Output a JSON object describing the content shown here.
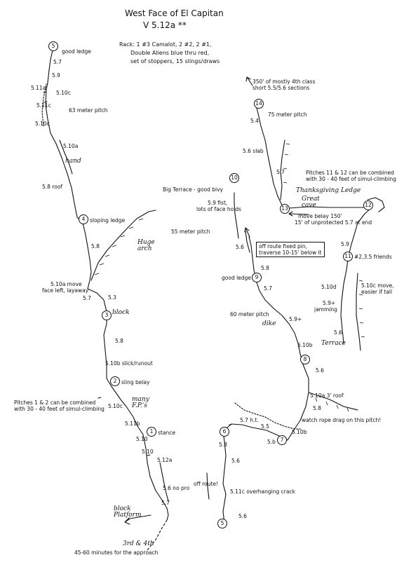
{
  "title": "West Face of El Capitan",
  "subtitle": "V 5.12a **",
  "rack": {
    "line1": "Rack: 1 #3 Camalot, 2 #2, 2 #1,",
    "line2": "Double Aliens blue thru red,",
    "line3": "set of stoppers, 15 slings/draws"
  },
  "pitch_numbers": [
    "1",
    "2",
    "3",
    "4",
    "5",
    "6",
    "7",
    "8",
    "9",
    "10",
    "11",
    "12",
    "13",
    "14",
    "5"
  ],
  "labels": {
    "good_ledge_top": "good ledge",
    "g57_top": "5.7",
    "g59_top": "5.9",
    "g511a": "5.11a",
    "g510c_a": "5.10c",
    "g511c": "5.11c",
    "pitch63": "63 meter pitch",
    "g510c_b": "5.10c",
    "g510a_top": "5.10a",
    "hand": "hand",
    "roof58": "5.8 roof",
    "sloping_ledge": "sloping ledge",
    "huge_arch": "Huge arch",
    "g58_a": "5.8",
    "g510a_move": "5.10a move",
    "face_left": "face left, layaway",
    "g57_b": "5.7",
    "g53": "5.3",
    "block": "block",
    "g58_b": "5.8",
    "g510b_slick": "5.10b slick/runout",
    "sling_belay": "sling belay",
    "pitches12_a": "Pitches 1 & 2 can be combined",
    "pitches12_b": "with 30 - 40 feet of simul-climbing",
    "g510c_c": "5.10c",
    "many_fps": "many F.P.'s",
    "g511b": "5.11b",
    "stance": "stance",
    "g510_a": "5.10",
    "g510": "5.10",
    "g512a": "5.12a",
    "g56_nopro": "5.6 no pro",
    "g57_c": "5.7",
    "block_platform": "block Platform",
    "third_fourth": "3rd & 4th",
    "approach": "45-60 minutes for the approach",
    "g350": "350' of mostly 4th class",
    "short_sections": "short 5.5/5.6 sections",
    "pitch75": "75 meter pitch",
    "g54": "5.4",
    "g56_slab": "5.6 slab",
    "g57_d": "5.7",
    "big_terrace": "Big Terrace - good bivy",
    "g59_fist": "5.9 fist,",
    "face_holds": "lots of face holds",
    "pitch55": "55 meter pitch",
    "g56_b": "5.6",
    "off_route_a": "off route fixed pin,",
    "off_route_b": "traverse 10-15' below it",
    "good_ledge_mid": "good ledge",
    "g58_c": "5.8",
    "g57_e": "5.7",
    "pitch60": "60 meter pitch",
    "dike": "dike",
    "g59plus": "5.9+",
    "g510b_a": "5.10b",
    "g56_c": "5.6",
    "g510a_roof": "5.10a 3' roof",
    "g58_d": "5.8",
    "watch_rope": "watch rope drag on this pitch!",
    "pitches1112_a": "Pitches 11 & 12 can be combined",
    "pitches1112_b": "with 30 - 40 feet of simul-climbing",
    "thanksgiving": "Thanksgiving Ledge",
    "great_cave": "Great cave",
    "move_belay_a": "move belay 150'",
    "move_belay_b": "15' of unprotected 5.7 at end",
    "g59_b": "5.9",
    "friends": "#2,3.5 friends",
    "g510d": "5.10d",
    "g510c_move_a": "5.10c move,",
    "g510c_move_b": "easier if tall",
    "g59plus_b": "5.9+",
    "jamming": "jamming",
    "g56_d": "5.6",
    "terrace": "Terrace",
    "g57ht": "5.7 h.t.",
    "g55": "5.5",
    "g510b_b": "5.10b",
    "g58_e": "5.8",
    "g56_e": "5.6",
    "g5b": "5.b",
    "off_route": "off route!",
    "g511c_over": "5.11c overhanging crack",
    "g56_f": "5.6"
  },
  "icons": [
    "pitch-number-circle-icon",
    "up-arrow-icon",
    "piton-icon",
    "bolt-icon"
  ]
}
